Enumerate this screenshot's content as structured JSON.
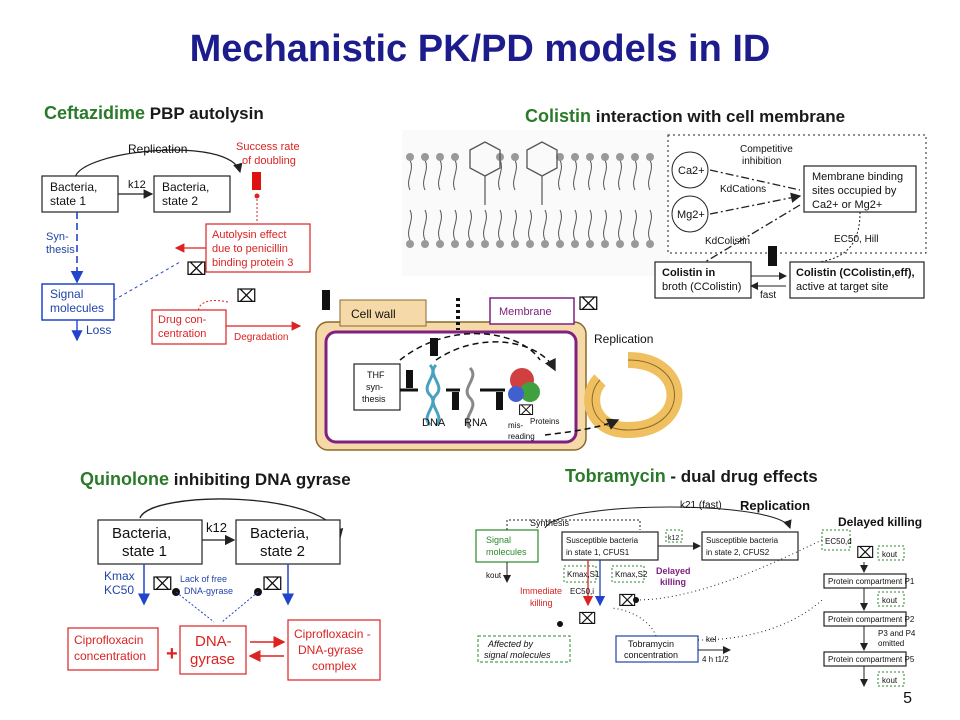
{
  "title": "Mechanistic PK/PD models in ID",
  "sections": {
    "ceftazidime": {
      "drug": "Ceftazidime",
      "rest": " PBP  autolysin"
    },
    "colistin": {
      "drug": "Colistin",
      "rest": " interaction with cell membrane"
    },
    "quinolone": {
      "drug": "Quinolone",
      "rest": " inhibiting DNA gyrase"
    },
    "tobramycin": {
      "drug": "Tobramycin",
      "rest": " - dual drug effects"
    }
  },
  "ceft": {
    "replication": "Replication",
    "state1": [
      "Bacteria,",
      "state 1"
    ],
    "state2": [
      "Bacteria,",
      "state 2"
    ],
    "k12": "k12",
    "success": [
      "Success rate",
      "of doubling"
    ],
    "synthesis": [
      "Syn-",
      "thesis"
    ],
    "autolysin": [
      "Autolysin effect",
      "due to penicillin",
      "binding protein 3"
    ],
    "signal": [
      "Signal",
      "molecules"
    ],
    "loss": "Loss",
    "drug": [
      "Drug con-",
      "centration"
    ],
    "degradation": "Degradation"
  },
  "colistin": {
    "ca": "Ca2+",
    "mg": "Mg2+",
    "competitive": [
      "Competitive",
      "inhibition"
    ],
    "kd_cations": "KdCations",
    "kd_colistin": "KdColistin",
    "membrane": [
      "Membrane binding",
      "sites occupied by",
      "Ca2+ or Mg2+"
    ],
    "ec50": "EC50, Hill",
    "broth": [
      "Colistin in",
      "broth (CColistin)"
    ],
    "fast": "fast",
    "target": [
      "Colistin (CColistin,eff),",
      "active at target site"
    ]
  },
  "cell": {
    "cell_wall": "Cell wall",
    "membrane": "Membrane",
    "replication": "Replication",
    "thf": [
      "THF",
      "syn-",
      "thesis"
    ],
    "dna": "DNA",
    "rna": "RNA",
    "misreading": [
      "mis-",
      "reading"
    ],
    "proteins": "Proteins"
  },
  "quin": {
    "state1": [
      "Bacteria,",
      "state 1"
    ],
    "state2": [
      "Bacteria,",
      "state 2"
    ],
    "k12": "k12",
    "kmax": [
      "Kmax",
      "KC50"
    ],
    "lack": [
      "Lack of free",
      "DNA-gyrase"
    ],
    "cipro": [
      "Ciprofloxacin",
      "concentration"
    ],
    "gyrase": [
      "DNA-",
      "gyrase"
    ],
    "complex": [
      "Ciprofloxacin -",
      "DNA-gyrase",
      "complex"
    ],
    "plus": "+"
  },
  "tobra": {
    "k21": "k21 (fast)",
    "replication": "Replication",
    "synthesis": "Synthesis",
    "delayed_killing": "Delayed killing",
    "signal": [
      "Signal",
      "molecules"
    ],
    "susc1": [
      "Susceptible bacteria",
      "in state 1, CFUS1"
    ],
    "susc2": [
      "Susceptible bacteria",
      "in state 2, CFUS2"
    ],
    "k12": "k12",
    "ec50d": "EC50,d",
    "kout": "kout",
    "kout_p": "kout",
    "kmax1": "Kmax,S1",
    "kmax2": "Kmax,S2",
    "delayed_small": [
      "Delayed",
      "killing"
    ],
    "immediate": [
      "Immediate",
      "killing"
    ],
    "ec50i": "EC50,i",
    "p1": "Protein compartment P1",
    "p2": "Protein compartment P2",
    "p34": [
      "P3 and P4",
      "omitted"
    ],
    "p5": "Protein compartment P5",
    "affected": [
      "Affected by",
      "signal molecules"
    ],
    "tobra_conc": [
      "Tobramycin",
      "concentration"
    ],
    "kel": "kel",
    "half": "4 h t1/2"
  },
  "page_number": "5",
  "colors": {
    "title": "#1c1c8c",
    "section": "#2a7a2a",
    "red": "#d22",
    "blue": "#2244cc",
    "cell": "#f5d9a8"
  }
}
